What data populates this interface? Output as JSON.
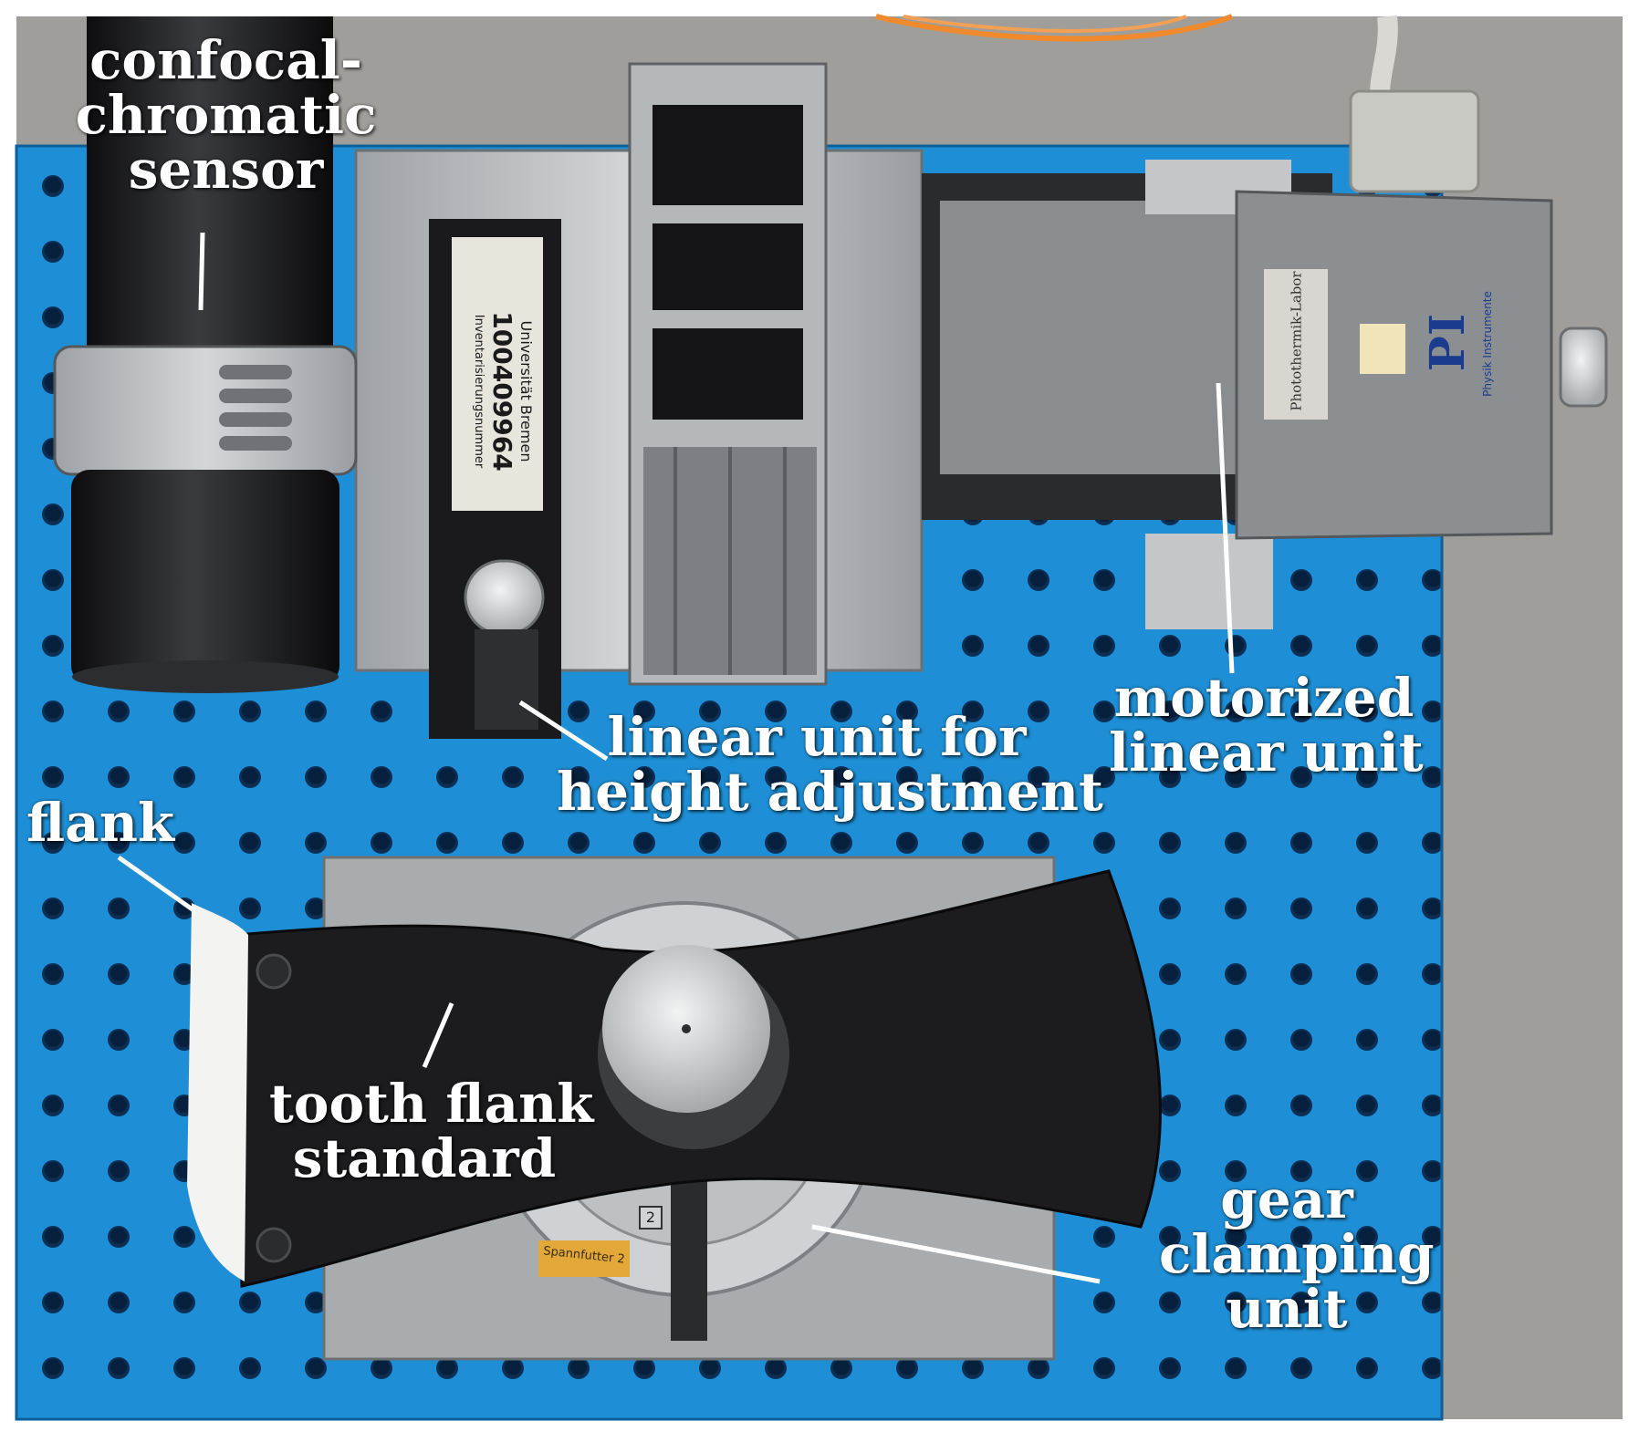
{
  "labels": {
    "sensor": [
      "confocal-",
      "chromatic",
      "sensor"
    ],
    "height_unit": [
      "linear unit for",
      "height adjustment"
    ],
    "motorized_unit": [
      "motorized",
      "linear unit"
    ],
    "flank": [
      "flank"
    ],
    "standard": [
      "tooth flank",
      "standard"
    ],
    "clamping": [
      "gear",
      "clamping",
      "unit"
    ]
  },
  "scene_text": {
    "inventory_number": "100409964",
    "inventory_owner": "Universität Bremen",
    "inventory_note": "Inventarisierungsnummer",
    "brand_logo": "PI",
    "brand_name": "Physik Instrumente",
    "lab_tag": "Photothermik-Labor",
    "chuck_label": "Spannfutter 2",
    "jaw_number": "2"
  },
  "colors": {
    "breadboard": "#1e8fd6",
    "label_text": "#ffffff",
    "part_black": "#1c1c1e",
    "aluminium": "#b9bcbe",
    "stage_grey": "#8c8f92",
    "fiber_orange": "#f08a2c"
  }
}
